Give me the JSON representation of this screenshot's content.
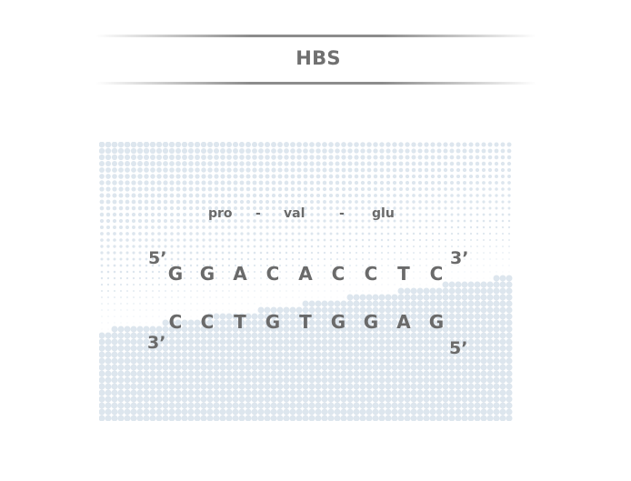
{
  "title": "HBS",
  "amino_acids": [
    "pro",
    "-",
    "val",
    "-",
    "glu"
  ],
  "top_strand": {
    "left_end": "5’",
    "right_end": "3’",
    "bases": [
      "G",
      "G",
      "A",
      "C",
      "A",
      "C",
      "C",
      "T",
      "C"
    ]
  },
  "bottom_strand": {
    "left_end": "3’",
    "right_end": "5’",
    "bases": [
      "C",
      "C",
      "T",
      "G",
      "T",
      "G",
      "G",
      "A",
      "G"
    ]
  },
  "colors": {
    "text": "#6a6a6a",
    "panel_background": "#ecf1f6",
    "dot_pattern": "#dde6ee"
  }
}
